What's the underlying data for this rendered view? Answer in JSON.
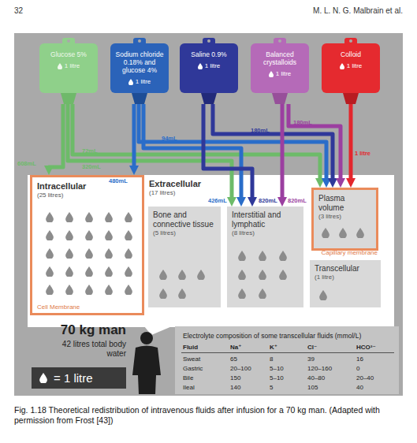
{
  "diagram": {
    "caption": "Fig. 1.18 Theoretical redistribution of intravenous fluids after infusion for a 70 kg man. (Adapted with permission from Frost [43])",
    "nodes": [
      {
        "text": [
          "Glucose 5%",
          "1 litre"
        ]
      },
      {
        "text": [
          "Sodium chloride 0.18% and glucose 4%",
          "1 litre"
        ]
      },
      {
        "text": [
          "Saline 0.9%",
          "1 litre"
        ]
      },
      {
        "text": [
          "Balanced crystalloids",
          "1 litre"
        ]
      },
      {
        "text": [
          "Colloid",
          "1 litre"
        ]
      },
      {
        "text": [
          "Intracellular",
          "(25 litres)",
          "Cell Membrane"
        ]
      },
      {
        "text": [
          "Extracellular",
          "(17 litres)"
        ]
      },
      {
        "text": [
          "Bone and connective tissue",
          "(5 litres)"
        ],
        "in": 6
      },
      {
        "text": [
          "Interstitial and lymphatic",
          "(8 litres)"
        ],
        "in": 6
      },
      {
        "text": [
          "Plasma volume",
          "(3 litres)",
          "Capillary membrane"
        ],
        "in": 6
      },
      {
        "text": [
          "Transcellular",
          "(1 litre)"
        ],
        "in": 6
      }
    ],
    "edges": [
      {
        "from": 0,
        "to": 5,
        "label": "608mL",
        "arrow": "to"
      },
      {
        "from": 0,
        "to": 8,
        "label": "320mL",
        "arrow": "to"
      },
      {
        "from": 0,
        "to": 9,
        "label": "72mL",
        "arrow": "to"
      },
      {
        "from": 1,
        "to": 5,
        "label": "480mL",
        "arrow": "to"
      },
      {
        "from": 1,
        "to": 8,
        "label": "426mL",
        "arrow": "to"
      },
      {
        "from": 1,
        "to": 9,
        "label": "94mL",
        "arrow": "to"
      },
      {
        "from": 2,
        "to": 8,
        "label": "820mL",
        "arrow": "to"
      },
      {
        "from": 2,
        "to": 9,
        "label": "180mL",
        "arrow": "to"
      },
      {
        "from": 3,
        "to": 8,
        "label": "820mL",
        "arrow": "to"
      },
      {
        "from": 3,
        "to": 9,
        "label": "180mL",
        "arrow": "to"
      },
      {
        "from": 4,
        "to": 9,
        "label": "1 litre",
        "arrow": "to"
      }
    ],
    "labels": [
      "32",
      "M. L. N. G. Malbrain et al.",
      "70 kg man",
      "42 litres total body water",
      "Electrolyte composition of some transcellular fluids (mmol/L)",
      "Fluid",
      "Na⁺",
      "K⁺",
      "Cl⁻",
      "HCO³⁻",
      "Sweat",
      "65",
      "8",
      "39",
      "16",
      "Gastric",
      "20–100",
      "5–10",
      "120–160",
      "0",
      "Bile",
      "150",
      "5–10",
      "40–80",
      "20–40",
      "Ileal",
      "140",
      "5",
      "105",
      "40"
    ],
    "legend": [
      {
        "text": "= 1 litre"
      }
    ]
  }
}
